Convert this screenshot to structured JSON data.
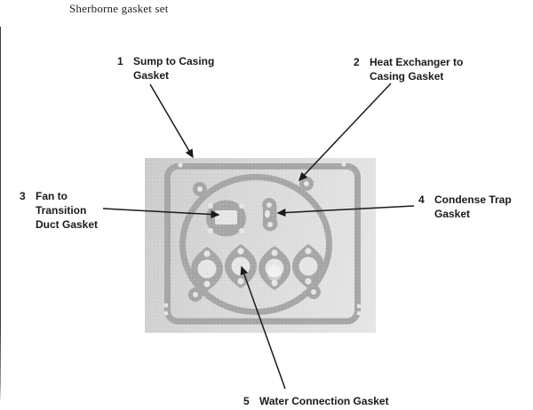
{
  "title": "Sherborne gasket set",
  "figure": {
    "callouts": [
      {
        "number": "1",
        "label": "Sump to Casing Gasket"
      },
      {
        "number": "2",
        "label": "Heat Exchanger to Casing Gasket"
      },
      {
        "number": "3",
        "label": "Fan to Transition Duct Gasket"
      },
      {
        "number": "4",
        "label": "Condense Trap Gasket"
      },
      {
        "number": "5",
        "label": "Water Connection Gasket"
      }
    ]
  },
  "colors": {
    "text": "#1a1a1a",
    "arrow": "#1a1a1a",
    "gasket": "#a6a6a6",
    "hole": "#e6e6e6"
  }
}
